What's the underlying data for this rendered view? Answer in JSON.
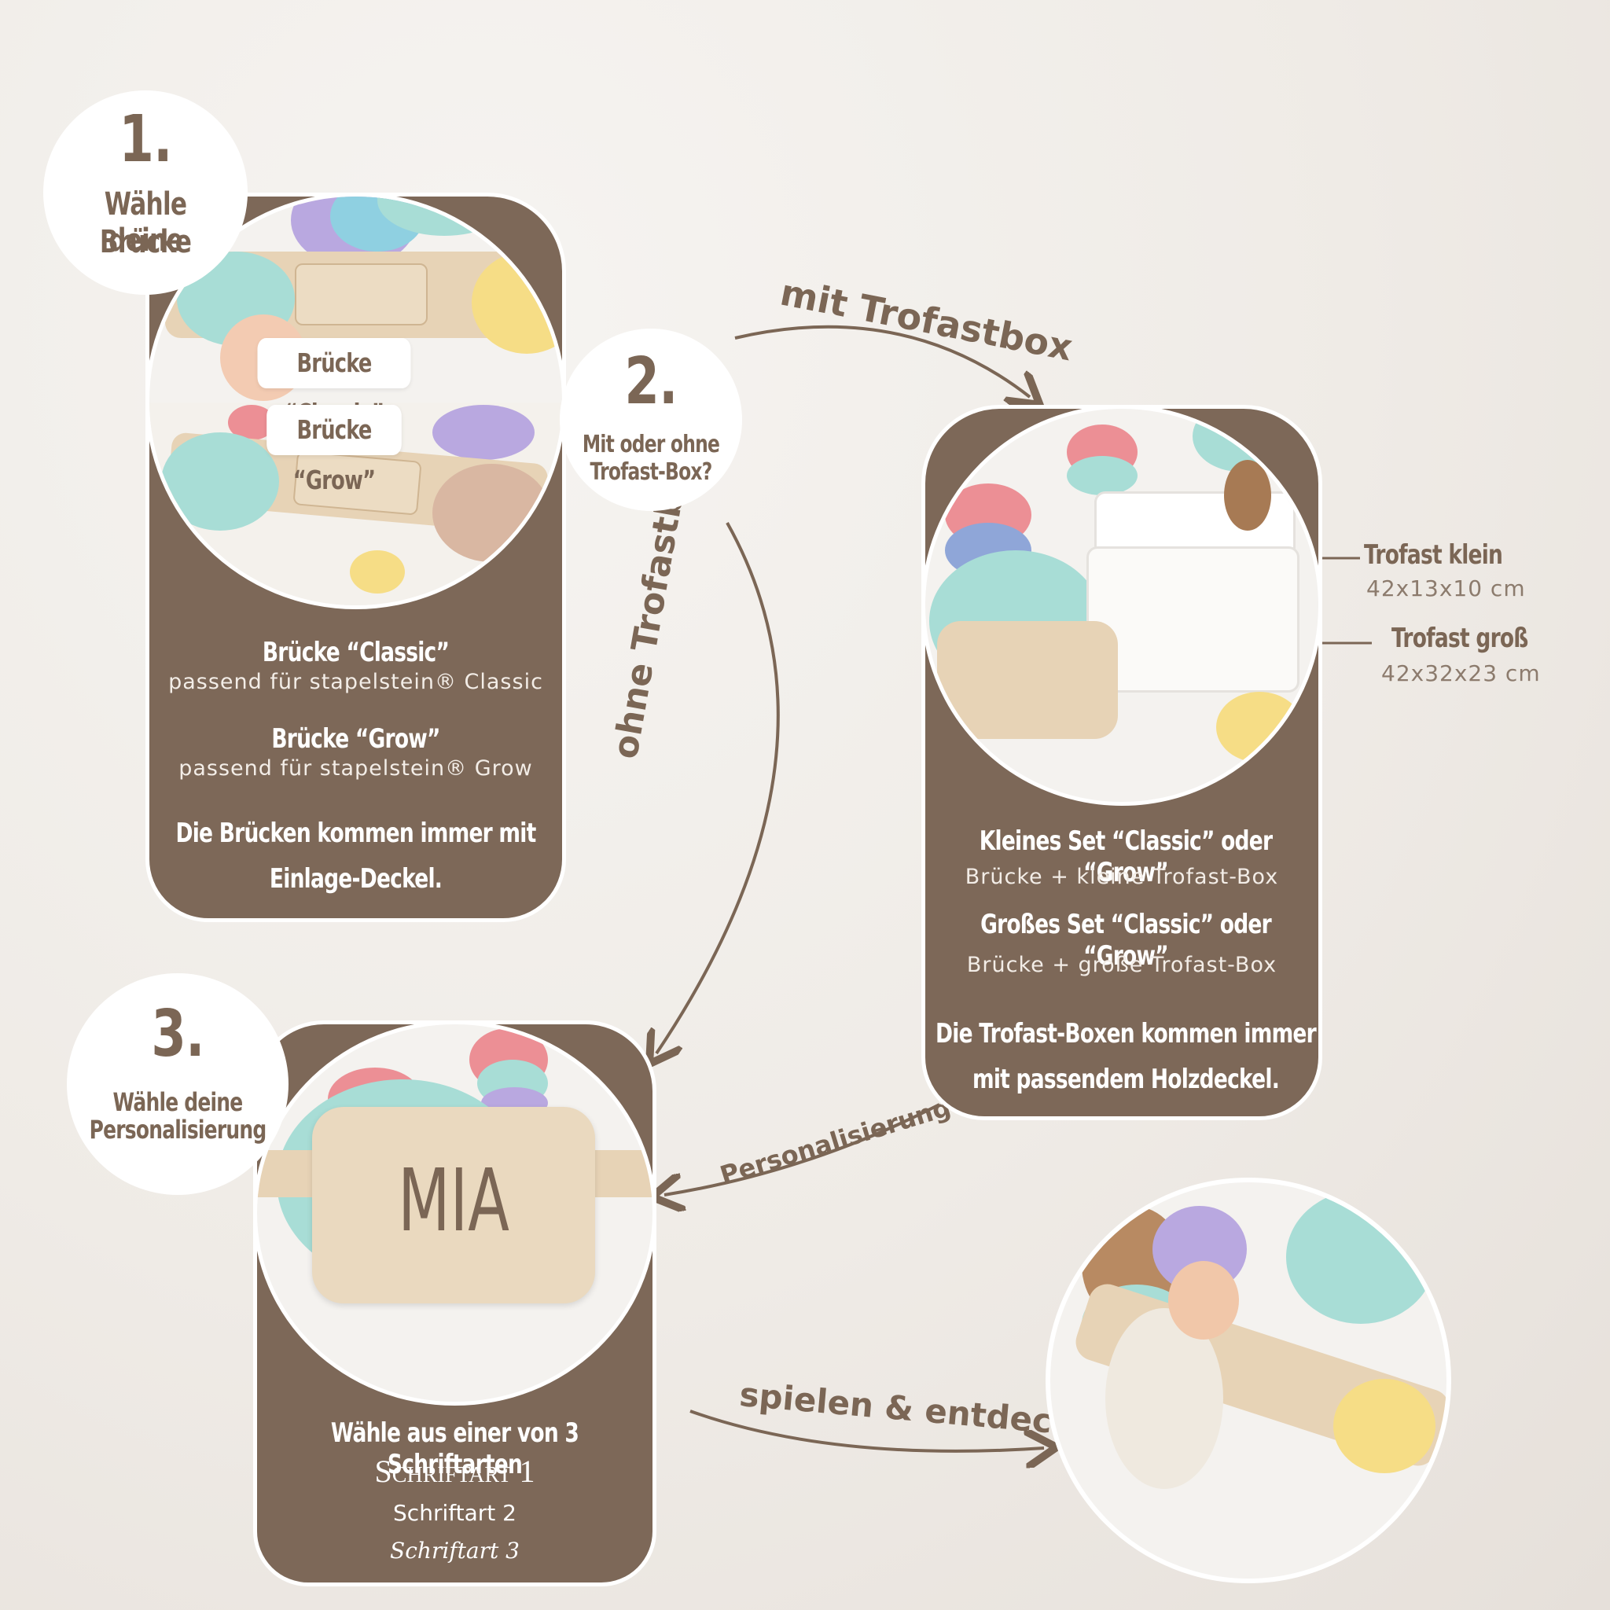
{
  "step1": {
    "number": "1.",
    "title_line1": "Wähle deine",
    "title_line2": "Brücke"
  },
  "step2": {
    "number": "2.",
    "title_line1": "Mit oder ohne",
    "title_line2": "Trofast-Box?"
  },
  "step3": {
    "number": "3.",
    "title_line1": "Wähle deine",
    "title_line2": "Personalisierung"
  },
  "card1": {
    "tag_classic": "Brücke “Classic”",
    "tag_grow": "Brücke “Grow”",
    "classic_title": "Brücke “Classic”",
    "classic_sub": "passend für stapelstein® Classic",
    "grow_title": "Brücke “Grow”",
    "grow_sub": "passend für stapelstein® Grow",
    "note_line1": "Die Brücken kommen immer mit",
    "note_line2": "Einlage-Deckel."
  },
  "card2": {
    "small_title": "Kleines Set “Classic” oder “Grow”",
    "small_sub": "Brücke + kleine Trofast-Box",
    "large_title": "Großes Set “Classic” oder “Grow”",
    "large_sub": "Brücke + große Trofast-Box",
    "note_line1": "Die Trofast-Boxen kommen immer",
    "note_line2": "mit passendem Holzdeckel."
  },
  "trofast": {
    "small_label": "Trofast klein",
    "small_dims": "42x13x10 cm",
    "large_label": "Trofast groß",
    "large_dims": "42x32x23 cm"
  },
  "card3": {
    "plate_text": "MIA",
    "title": "Wähle aus einer von 3 Schriftarten",
    "font1": "Schriftart 1",
    "font2": "Schriftart 2",
    "font3": "Schriftart 3"
  },
  "arrows": {
    "with_box": "mit Trofastbox",
    "without_box": "ohne Trofastbox",
    "personalization": "Personalisierung?",
    "play": "spielen & entdecken"
  },
  "colors": {
    "brown": "#7d6858",
    "text_brown": "#7b6655",
    "mint": "#a8ddd6",
    "yellow": "#f6dd86",
    "lavender": "#b9a8e0",
    "pink": "#ec8f95",
    "wood": "#e7d3b6"
  }
}
